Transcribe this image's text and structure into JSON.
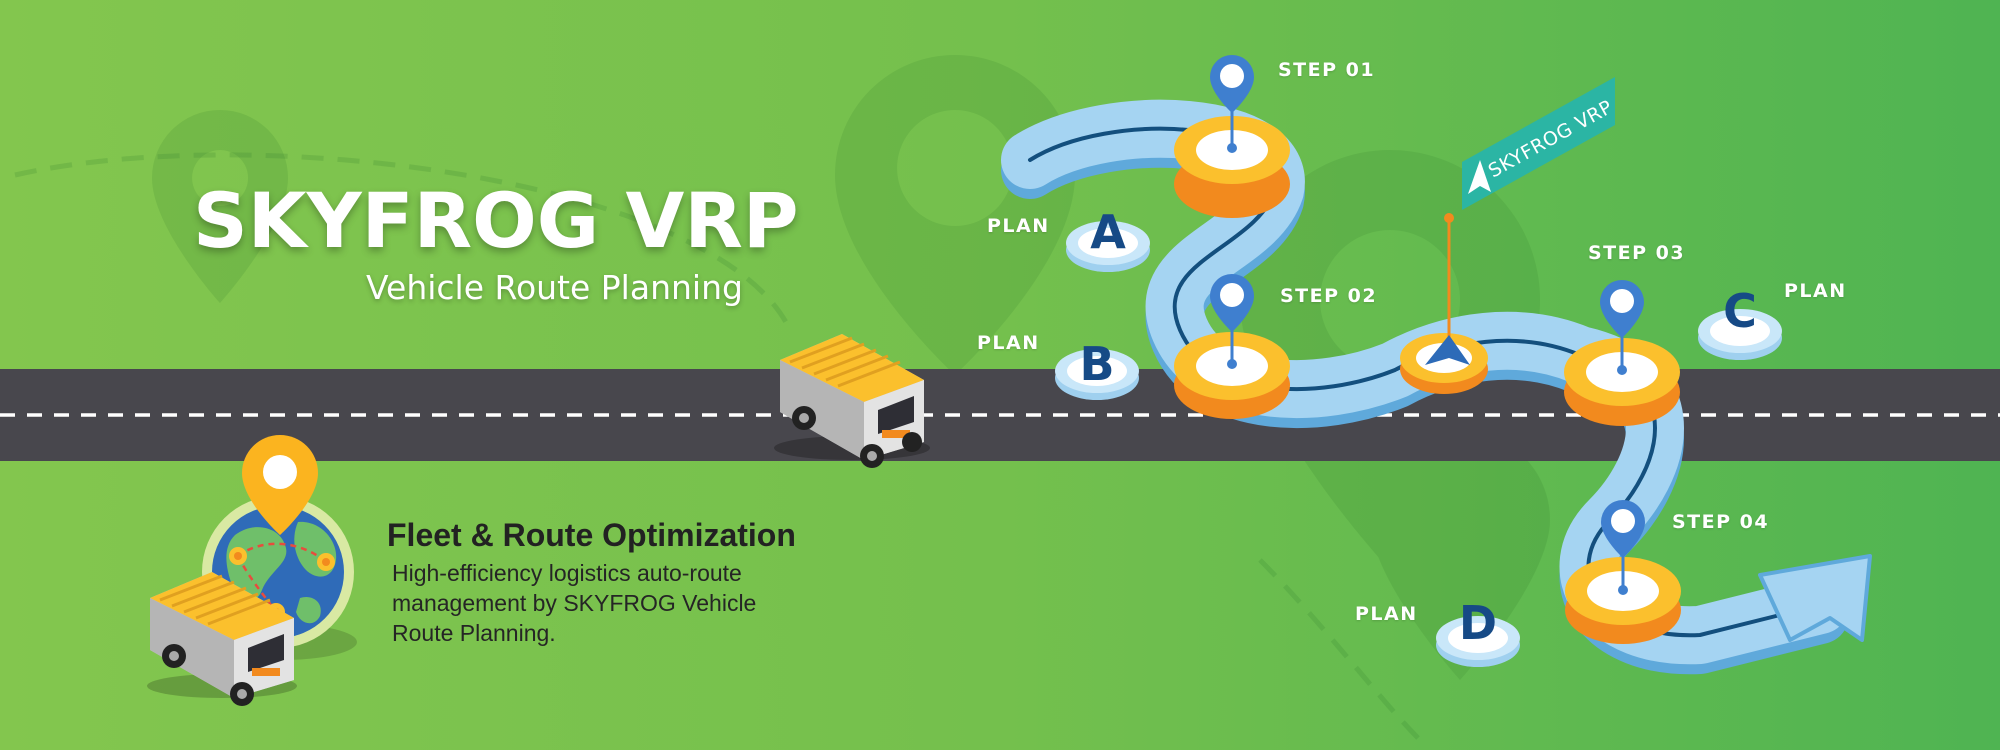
{
  "banner": {
    "title": "SKYFROG VRP",
    "subtitle": "Vehicle Route Planning"
  },
  "feature": {
    "title": "Fleet & Route Optimization",
    "description": "High-efficiency logistics auto-route management by SKYFROG Vehicle Route Planning."
  },
  "route": {
    "steps": [
      "STEP 01",
      "STEP 02",
      "STEP 03",
      "STEP 04"
    ],
    "plans": [
      {
        "label": "PLAN",
        "letter": "A"
      },
      {
        "label": "PLAN",
        "letter": "B"
      },
      {
        "label": "PLAN",
        "letter": "C"
      },
      {
        "label": "PLAN",
        "letter": "D"
      }
    ],
    "flag_text": "SKYFROG VRP"
  },
  "colors": {
    "background_left": "#83c64e",
    "background_right": "#4fb452",
    "road": "#48474d",
    "track": "#9fd0ef",
    "track_line": "#134f7e",
    "pad_yellow": "#fbc02d",
    "pad_orange": "#f28a1e",
    "pin_blue": "#3f7fcf",
    "plan_letter": "#164a86",
    "flag_teal": "#2bb5a4"
  },
  "icons": [
    "location-pin-icon",
    "globe-icon",
    "delivery-van-icon",
    "navigation-arrow-icon",
    "flag-icon",
    "route-arrow-icon"
  ]
}
